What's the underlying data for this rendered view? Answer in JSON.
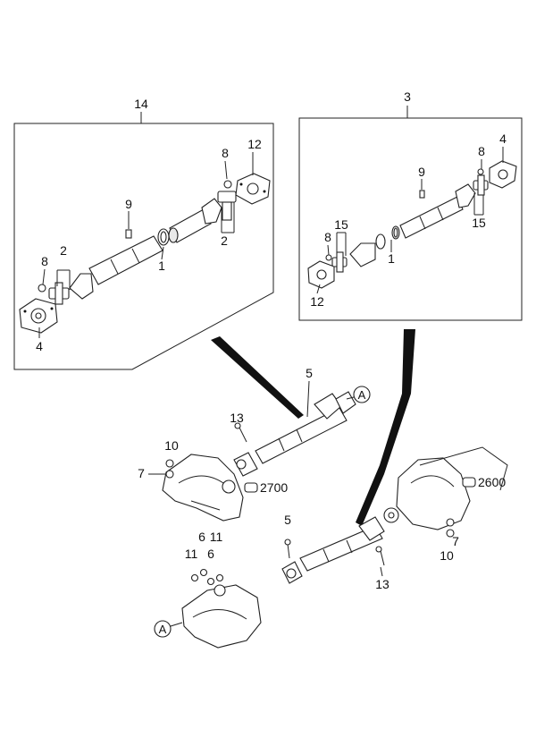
{
  "callouts": {
    "top_left": {
      "assembly": "14",
      "p8": "8",
      "p12": "12",
      "p9": "9",
      "p2a": "2",
      "p2b": "2",
      "p1": "1",
      "p8b": "8",
      "p4": "4"
    },
    "top_right": {
      "assembly": "3",
      "p4": "4",
      "p8": "8",
      "p9": "9",
      "p15a": "15",
      "p8b": "8",
      "p15b": "15",
      "p1": "1",
      "p12": "12"
    },
    "lower": {
      "p5a": "5",
      "refA1": "A",
      "p13a": "13",
      "p10a": "10",
      "p7a": "7",
      "ref2700": "2700",
      "ref2600": "2600",
      "p7b": "7",
      "p10b": "10",
      "p5b": "5",
      "p6a": "6",
      "p11a": "11",
      "p11b": "11",
      "p6b": "6",
      "p13b": "13",
      "refA2": "A"
    }
  }
}
